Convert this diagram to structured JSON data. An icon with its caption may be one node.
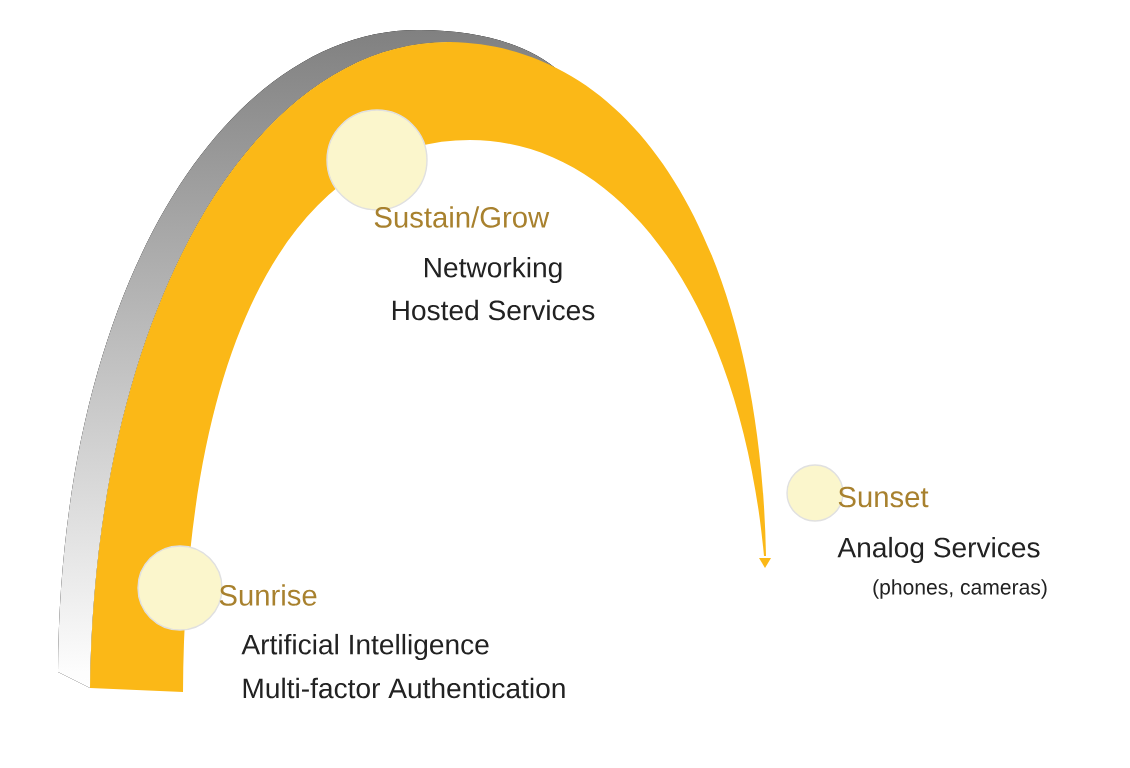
{
  "diagram": {
    "nodes": [
      {
        "text": [],
        "shape": "circle",
        "beside": [
          "Sunrise",
          "Artificial Intelligence",
          "Multi-factor Authentication"
        ]
      },
      {
        "text": [],
        "shape": "circle",
        "beside": [
          "Sustain/Grow",
          "Networking",
          "Hosted Services"
        ]
      },
      {
        "text": [],
        "shape": "circle",
        "beside": [
          "Sunset",
          "Analog Services",
          "(phones, cameras)"
        ]
      }
    ]
  }
}
